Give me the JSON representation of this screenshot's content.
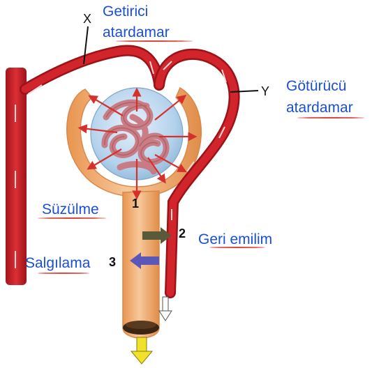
{
  "labels": {
    "x": "X",
    "y": "Y",
    "afferent_line1": "Getirici",
    "afferent_line2": "atardamar",
    "efferent_line1": "Götürücü",
    "efferent_line2": "atardamar",
    "filtration": "Süzülme",
    "reabsorption": "Geri emilim",
    "secretion": "Salgılama",
    "step1": "1",
    "step2": "2",
    "step3": "3"
  },
  "colors": {
    "vessel": "#d1242b",
    "vessel_dark": "#8e1016",
    "tubule": "#f3b27a",
    "tubule_edge": "#d9884a",
    "glomerulus_ball": "#b9d6ee",
    "capillary": "#c97880",
    "filtration_arrow": "#d6302c",
    "reabsorption_arrow": "#5a5a3a",
    "secretion_arrow": "#5b57b8",
    "urine_arrow": "#f0e22a",
    "label_text": "#1a4fd6",
    "underline": "#e2453c"
  }
}
